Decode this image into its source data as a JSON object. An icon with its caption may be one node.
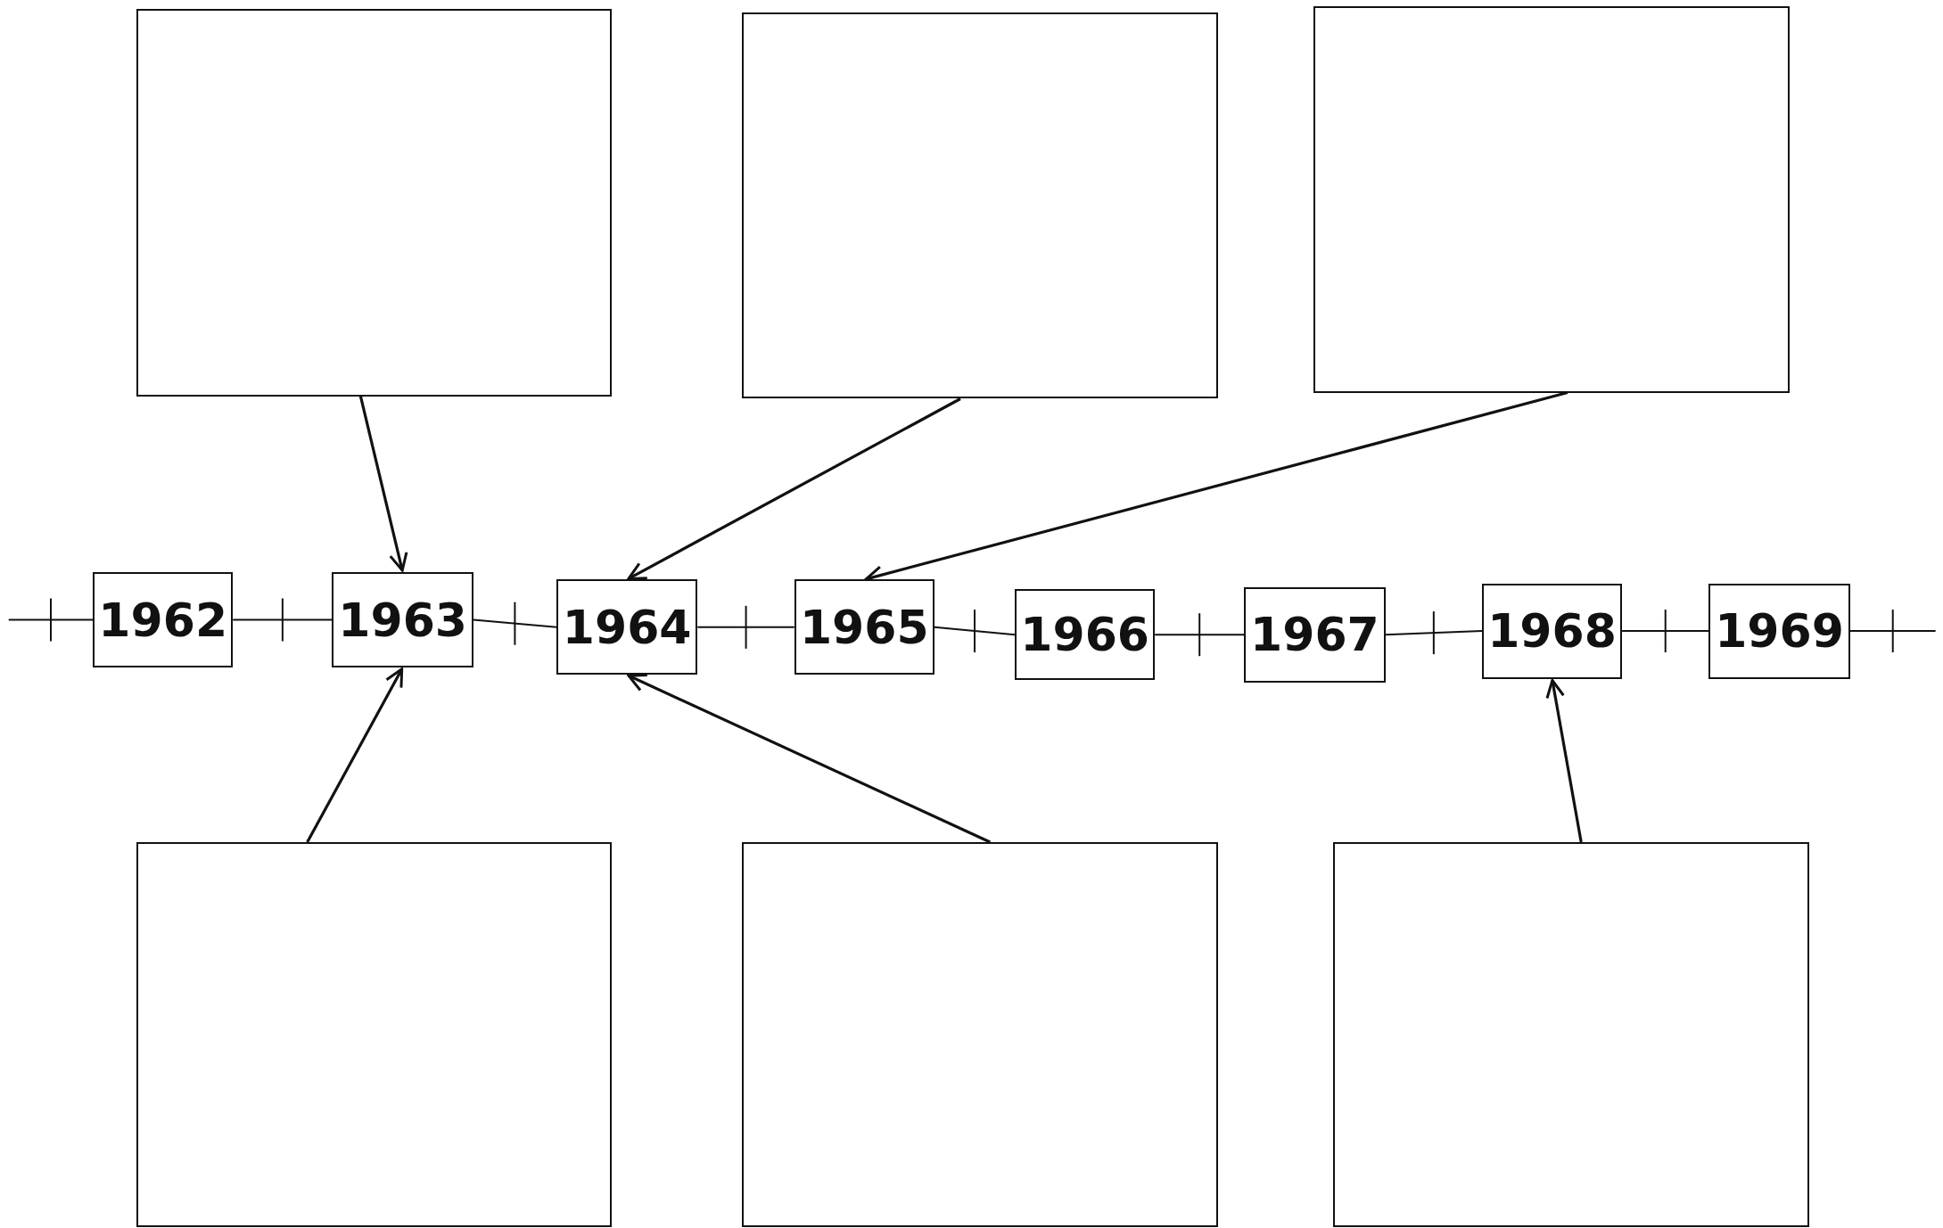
{
  "diagram": {
    "nodes": [
      {
        "text": [],
        "shape": "box"
      },
      {
        "text": [],
        "shape": "box"
      },
      {
        "text": [],
        "shape": "box"
      },
      {
        "text": [
          "1962"
        ]
      },
      {
        "text": [
          "1963"
        ]
      },
      {
        "text": [
          "1964"
        ]
      },
      {
        "text": [
          "1965"
        ]
      },
      {
        "text": [
          "1966"
        ]
      },
      {
        "text": [
          "1967"
        ]
      },
      {
        "text": [
          "1968"
        ]
      },
      {
        "text": [
          "1969"
        ]
      },
      {
        "text": [],
        "shape": "box"
      },
      {
        "text": [],
        "shape": "box"
      },
      {
        "text": [],
        "shape": "box"
      }
    ],
    "edges": [
      {
        "from": 0,
        "to": 4,
        "arrow": "to"
      },
      {
        "from": 1,
        "to": 5,
        "arrow": "to"
      },
      {
        "from": 2,
        "to": 6,
        "arrow": "to"
      },
      {
        "from": 11,
        "to": 4,
        "arrow": "to"
      },
      {
        "from": 12,
        "to": 5,
        "arrow": "to"
      },
      {
        "from": 13,
        "to": 9,
        "arrow": "to"
      },
      {
        "from": null,
        "to": 3,
        "arrow": "none"
      },
      {
        "from": 3,
        "to": 4,
        "arrow": "none"
      },
      {
        "from": 4,
        "to": 5,
        "arrow": "none"
      },
      {
        "from": 5,
        "to": 6,
        "arrow": "none"
      },
      {
        "from": 6,
        "to": 7,
        "arrow": "none"
      },
      {
        "from": 7,
        "to": 8,
        "arrow": "none"
      },
      {
        "from": 8,
        "to": 9,
        "arrow": "none"
      },
      {
        "from": 9,
        "to": 10,
        "arrow": "none"
      },
      {
        "from": 10,
        "to": null,
        "arrow": "none"
      }
    ]
  }
}
